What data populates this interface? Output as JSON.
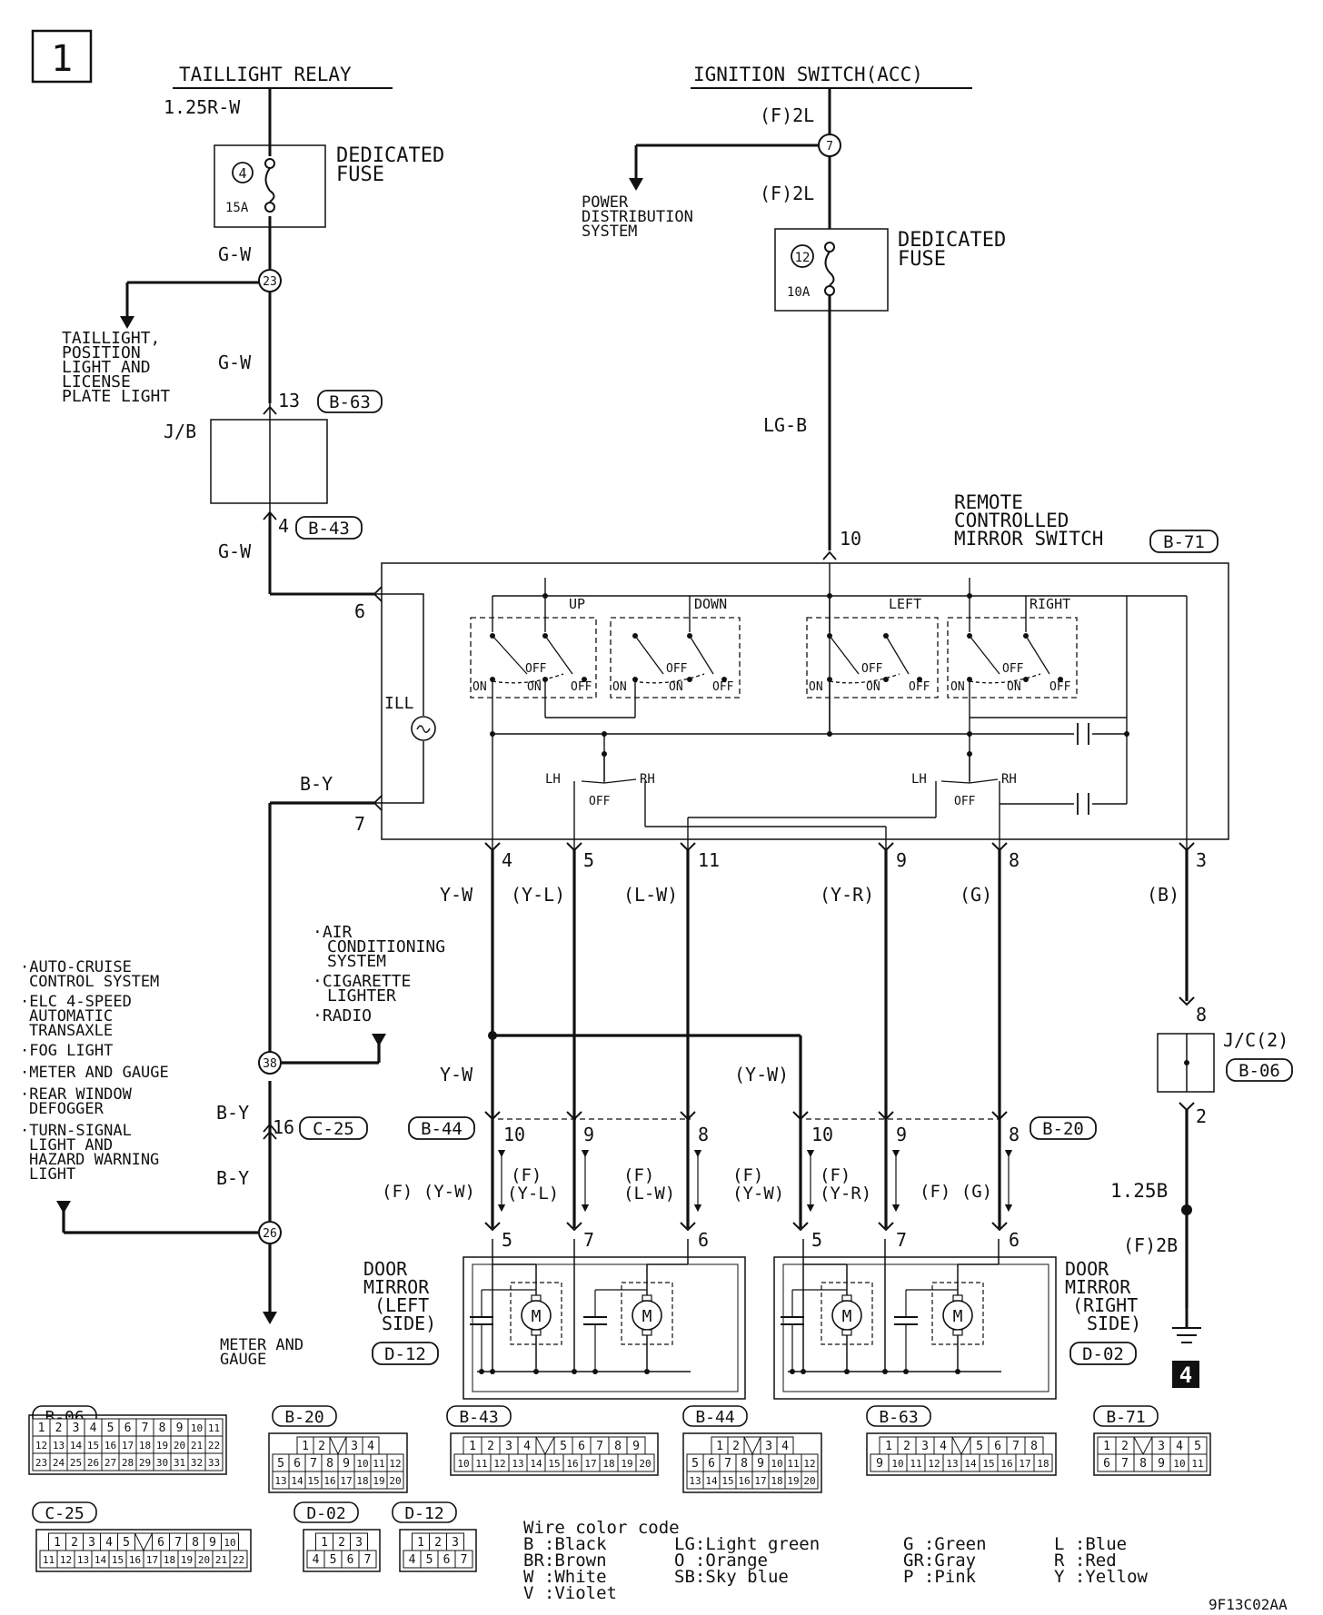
{
  "page": {
    "number": "1",
    "code": "9F13C02AA"
  },
  "sources": {
    "taillight_relay": "TAILLIGHT RELAY",
    "ignition_switch": "IGNITION SWITCH(ACC)"
  },
  "wires": {
    "w_125rw": "1.25R-W",
    "w_gw_1": "G-W",
    "w_gw_2": "G-W",
    "w_gw_3": "G-W",
    "w_f2l_1": "(F)2L",
    "w_f2l_2": "(F)2L",
    "w_lgb": "LG-B",
    "w_by_1": "B-Y",
    "w_by_2": "B-Y",
    "w_by_3": "B-Y",
    "w_yw": "Y-W",
    "w_yl": "(Y-L)",
    "w_lw": "(L-W)",
    "w_yr": "(Y-R)",
    "w_g": "(G)",
    "w_b": "(B)",
    "w_yw2": "Y-W",
    "w_yw3": "(Y-W)",
    "w_125b": "1.25B",
    "w_f2b": "(F)2B",
    "w_f_yw_left": "(F) (Y-W)",
    "w_f_yl": "(F)",
    "w_f_yl_2": "(Y-L)",
    "w_f_lw": "(F)",
    "w_f_lw_2": "(L-W)",
    "w_f_yw_right": "(F)",
    "w_f_yw_right_2": "(Y-W)",
    "w_f_yr": "(F)",
    "w_f_yr_2": "(Y-R)",
    "w_f_g": "(F) (G)"
  },
  "fuses": {
    "left": {
      "label": "DEDICATED",
      "label2": "FUSE",
      "number": "4",
      "rating": "15A"
    },
    "right": {
      "label": "DEDICATED",
      "label2": "FUSE",
      "number": "12",
      "rating": "10A"
    }
  },
  "splices": {
    "s23": "23",
    "s7": "7",
    "s38": "38",
    "s26": "26"
  },
  "branches": {
    "taillight": [
      "TAILLIGHT,",
      "POSITION",
      "LIGHT AND",
      "LICENSE",
      "PLATE LIGHT"
    ],
    "power_dist": [
      "POWER",
      "DISTRIBUTION",
      "SYSTEM"
    ],
    "air_cond": [
      "·AIR",
      "CONDITIONING",
      "SYSTEM",
      "·CIGARETTE",
      "LIGHTER",
      "·RADIO"
    ],
    "left_list": [
      "·AUTO-CRUISE",
      "CONTROL SYSTEM",
      "·ELC 4-SPEED",
      "AUTOMATIC",
      "TRANSAXLE",
      "·FOG LIGHT",
      "·METER AND GAUGE",
      "·REAR WINDOW",
      "DEFOGGER",
      "·TURN-SIGNAL",
      "LIGHT AND",
      "HAZARD WARNING",
      "LIGHT"
    ],
    "meter": [
      "METER AND",
      "GAUGE"
    ]
  },
  "jb": {
    "label": "J/B",
    "pin_top": "13",
    "conn_top": "B-63",
    "pin_bottom": "4",
    "conn_bottom": "B-43"
  },
  "switch": {
    "title": [
      "REMOTE",
      "CONTROLLED",
      "MIRROR SWITCH"
    ],
    "conn": "B-71",
    "pin_10": "10",
    "pin_6": "6",
    "pin_7": "7",
    "ill": "ILL",
    "up": "UP",
    "down": "DOWN",
    "left": "LEFT",
    "right": "RIGHT",
    "on": "ON",
    "off": "OFF",
    "lh": "LH",
    "rh": "RH",
    "pins_bottom": [
      "4",
      "5",
      "11",
      "9",
      "8",
      "3"
    ]
  },
  "jc": {
    "label": "J/C(2)",
    "conn": "B-06",
    "pin_top": "8",
    "pin_bottom": "2"
  },
  "connectors_mid": {
    "left_conn": "B-44",
    "right_conn": "B-20",
    "left_pins": [
      "10",
      "9",
      "8"
    ],
    "right_pins": [
      "10",
      "9",
      "8"
    ]
  },
  "mirrors": {
    "left": {
      "label": [
        "DOOR",
        "MIRROR",
        "(LEFT",
        "SIDE)"
      ],
      "conn": "D-12",
      "pins": [
        "5",
        "7",
        "6"
      ]
    },
    "right": {
      "label": [
        "DOOR",
        "MIRROR",
        "(RIGHT",
        "SIDE)"
      ],
      "conn": "D-02",
      "pins": [
        "5",
        "7",
        "6"
      ]
    },
    "motor": "M"
  },
  "ground": "4",
  "connector_faces": {
    "B-06": [
      [
        "1",
        "2",
        "3",
        "4",
        "5",
        "6",
        "7",
        "8",
        "9",
        "10",
        "11"
      ],
      [
        "12",
        "13",
        "14",
        "15",
        "16",
        "17",
        "18",
        "19",
        "20",
        "21",
        "22"
      ],
      [
        "23",
        "24",
        "25",
        "26",
        "27",
        "28",
        "29",
        "30",
        "31",
        "32",
        "33"
      ]
    ],
    "B-20": [
      [
        "1",
        "2",
        "",
        "3",
        "4"
      ],
      [
        "5",
        "6",
        "7",
        "8",
        "9",
        "10",
        "11",
        "12"
      ],
      [
        "13",
        "14",
        "15",
        "16",
        "17",
        "18",
        "19",
        "20"
      ]
    ],
    "B-43": [
      [
        "1",
        "2",
        "3",
        "4",
        "",
        "5",
        "6",
        "7",
        "8",
        "9"
      ],
      [
        "10",
        "11",
        "12",
        "13",
        "14",
        "15",
        "16",
        "17",
        "18",
        "19",
        "20"
      ]
    ],
    "B-44": [
      [
        "1",
        "2",
        "",
        "3",
        "4"
      ],
      [
        "5",
        "6",
        "7",
        "8",
        "9",
        "10",
        "11",
        "12"
      ],
      [
        "13",
        "14",
        "15",
        "16",
        "17",
        "18",
        "19",
        "20"
      ]
    ],
    "B-63": [
      [
        "1",
        "2",
        "3",
        "4",
        "",
        "5",
        "6",
        "7",
        "8"
      ],
      [
        "9",
        "10",
        "11",
        "12",
        "13",
        "14",
        "15",
        "16",
        "17",
        "18"
      ]
    ],
    "B-71": [
      [
        "1",
        "2",
        "",
        "3",
        "4",
        "5"
      ],
      [
        "6",
        "7",
        "8",
        "9",
        "10",
        "11"
      ]
    ],
    "C-25": [
      [
        "1",
        "2",
        "3",
        "4",
        "5",
        "",
        "6",
        "7",
        "8",
        "9",
        "10"
      ],
      [
        "11",
        "12",
        "13",
        "14",
        "15",
        "16",
        "17",
        "18",
        "19",
        "20",
        "21",
        "22"
      ]
    ],
    "D-02": [
      [
        "1",
        "2",
        "3"
      ],
      [
        "4",
        "5",
        "6",
        "7"
      ]
    ],
    "D-12": [
      [
        "1",
        "2",
        "3"
      ],
      [
        "4",
        "5",
        "6",
        "7"
      ]
    ]
  },
  "legend": {
    "title": "Wire color code",
    "entries": [
      [
        "B :Black",
        "BR:Brown",
        "W :White",
        "V :Violet"
      ],
      [
        "LG:Light green",
        "O :Orange",
        "SB:Sky blue"
      ],
      [
        "G :Green",
        "GR:Gray",
        "P :Pink"
      ],
      [
        "L :Blue",
        "R :Red",
        "Y :Yellow"
      ]
    ]
  }
}
